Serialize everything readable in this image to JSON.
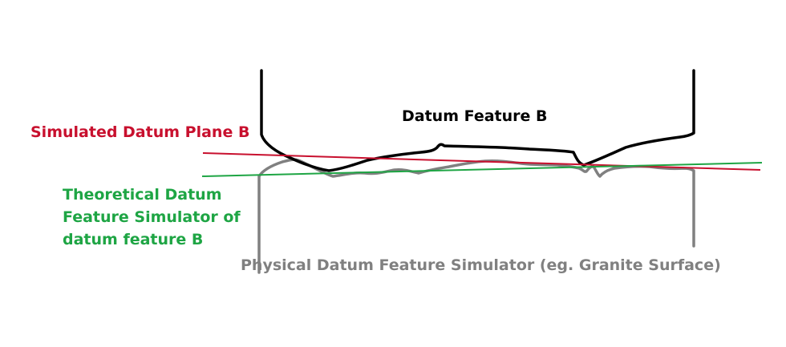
{
  "labels": {
    "datum_feature": "Datum Feature B",
    "simulated_plane": "Simulated Datum Plane B",
    "theoretical_line1": "Theoretical Datum",
    "theoretical_line2": "Feature Simulator of",
    "theoretical_line3": "datum feature B",
    "physical": "Physical Datum Feature Simulator (eg. Granite Surface)"
  },
  "colors": {
    "datum_feature": "#000000",
    "simulated_plane": "#c8102e",
    "theoretical": "#1ea544",
    "physical": "#808080"
  }
}
